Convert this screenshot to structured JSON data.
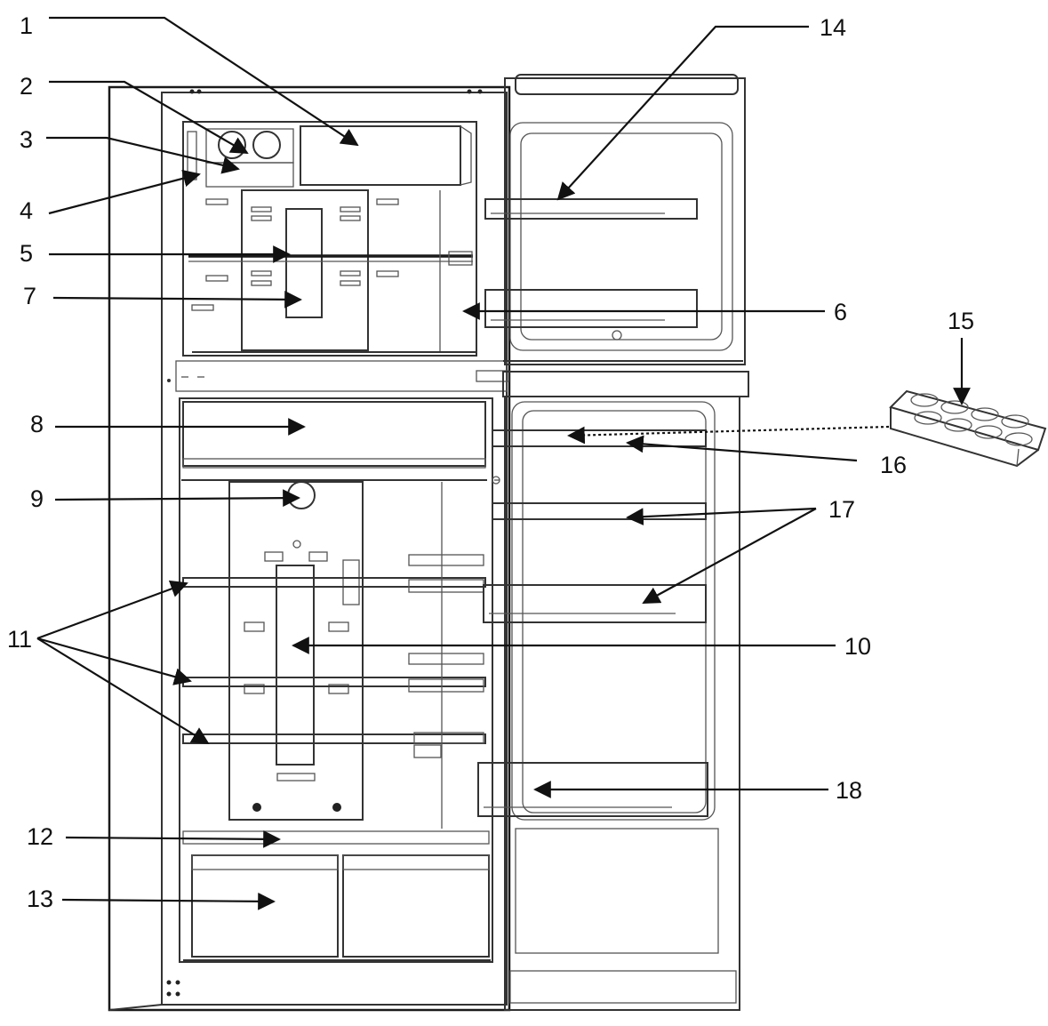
{
  "labels": {
    "l1": "1",
    "l2": "2",
    "l3": "3",
    "l4": "4",
    "l5": "5",
    "l6": "6",
    "l7": "7",
    "l8": "8",
    "l9": "9",
    "l10": "10",
    "l11": "11",
    "l12": "12",
    "l13": "13",
    "l14": "14",
    "l15": "15",
    "l16": "16",
    "l17": "17",
    "l18": "18"
  },
  "colors": {
    "line": "#1a1a1a",
    "background": "#ffffff"
  }
}
